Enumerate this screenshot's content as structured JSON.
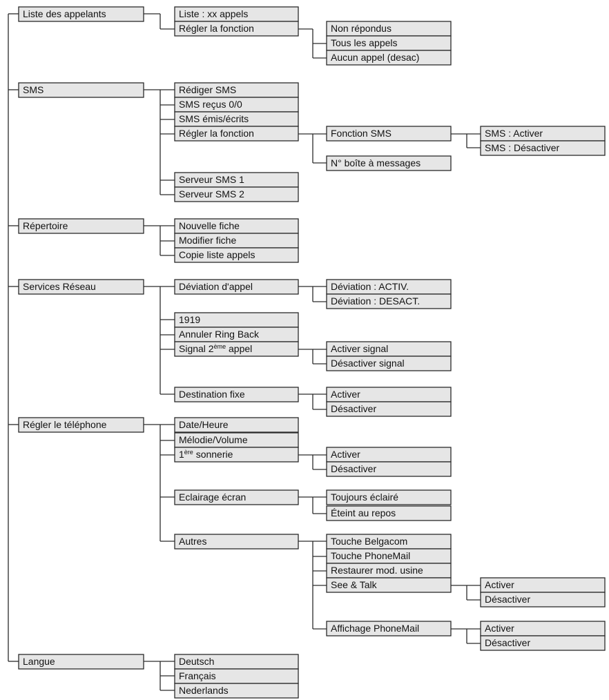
{
  "menu": {
    "calls": {
      "label": "Liste des appelants",
      "list": "Liste : xx appels",
      "setting": "Régler la fonction",
      "options": [
        "Non répondus",
        "Tous les appels",
        "Aucun appel (desac)"
      ]
    },
    "sms": {
      "label": "SMS",
      "write": "Rédiger SMS",
      "received": "SMS reçus 0/0",
      "sent": "SMS émis/écrits",
      "setting": "Régler la fonction",
      "function": "Fonction SMS",
      "function_options": [
        "SMS : Activer",
        "SMS : Désactiver"
      ],
      "mailbox": "N° boîte à messages",
      "server1": "Serveur SMS 1",
      "server2": "Serveur SMS 2"
    },
    "directory": {
      "label": "Répertoire",
      "items": [
        "Nouvelle fiche",
        "Modifier fiche",
        "Copie liste appels"
      ]
    },
    "network": {
      "label": "Services Réseau",
      "forward": "Déviation d'appel",
      "forward_options": [
        "Déviation : ACTIV.",
        "Déviation : DESACT."
      ],
      "n1919": "1919",
      "ringback": "Annuler Ring Back",
      "second_call_pre": "Signal 2",
      "second_call_sup": "ème",
      "second_call_post": " appel",
      "second_call_options": [
        "Activer signal",
        "Désactiver signal"
      ],
      "fixed_dest": "Destination fixe",
      "fixed_dest_options": [
        "Activer",
        "Désactiver"
      ]
    },
    "phone": {
      "label": "Régler le téléphone",
      "datetime": "Date/Heure",
      "melody": "Mélodie/Volume",
      "first_ring_pre": "1",
      "first_ring_sup": "ère",
      "first_ring_post": " sonnerie",
      "first_ring_options": [
        "Activer",
        "Désactiver"
      ],
      "backlight": "Eclairage écran",
      "backlight_options": [
        "Toujours éclairé",
        "Éteint au repos"
      ],
      "other": "Autres",
      "other_items": [
        "Touche Belgacom",
        "Touche PhoneMail",
        "Restaurer mod. usine",
        "See & Talk"
      ],
      "seetalk_options": [
        "Activer",
        "Désactiver"
      ],
      "phonemail_display": "Affichage PhoneMail",
      "phonemail_options": [
        "Activer",
        "Désactiver"
      ]
    },
    "language": {
      "label": "Langue",
      "items": [
        "Deutsch",
        "Français",
        "Nederlands"
      ]
    }
  }
}
